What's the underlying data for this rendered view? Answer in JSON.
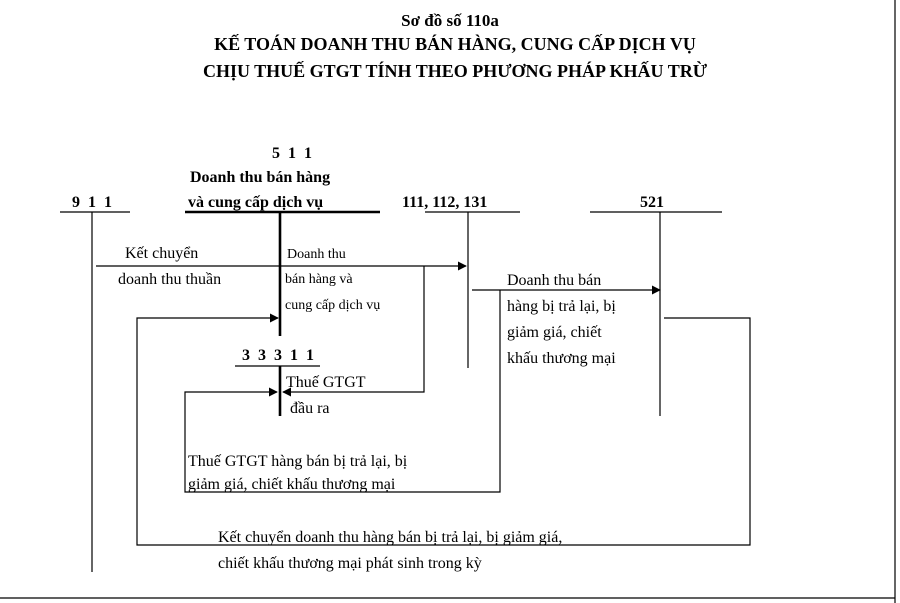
{
  "title": {
    "line1": "Sơ đồ số 110a",
    "line2": "KẾ TOÁN DOANH THU BÁN HÀNG, CUNG CẤP DỊCH VỤ",
    "line3": "CHỊU THUẾ GTGT TÍNH THEO PHƯƠNG PHÁP KHẤU TRỪ"
  },
  "accounts": {
    "a911": "9 1 1",
    "a511": "5 1 1",
    "a511_name_1": "Doanh thu bán hàng",
    "a511_name_2": "và cung cấp dịch vụ",
    "a111": "111, 112, 131",
    "a521": "521",
    "a33311": "3 3 3 1 1"
  },
  "labels": {
    "kc_1": "Kết chuyển",
    "kc_2": "doanh thu thuần",
    "dt_1": "Doanh thu",
    "dt_2": "bán hàng và",
    "dt_3": "cung cấp dịch vụ",
    "tra_1": "Doanh thu bán",
    "tra_2": "hàng bị trả lại, bị",
    "tra_3": "giảm giá, chiết",
    "tra_4": "khấu thương mại",
    "vat_1": "Thuế GTGT",
    "vat_2": "đầu ra",
    "vtra_1": "Thuế GTGT hàng bán bị trả lại, bị",
    "vtra_2": "giảm giá, chiết khấu thương mại",
    "kcb_1": "Kết chuyển doanh thu hàng bán bị trả lại, bị giảm giá,",
    "kcb_2": "chiết khấu thương mại phát sinh trong kỳ"
  }
}
